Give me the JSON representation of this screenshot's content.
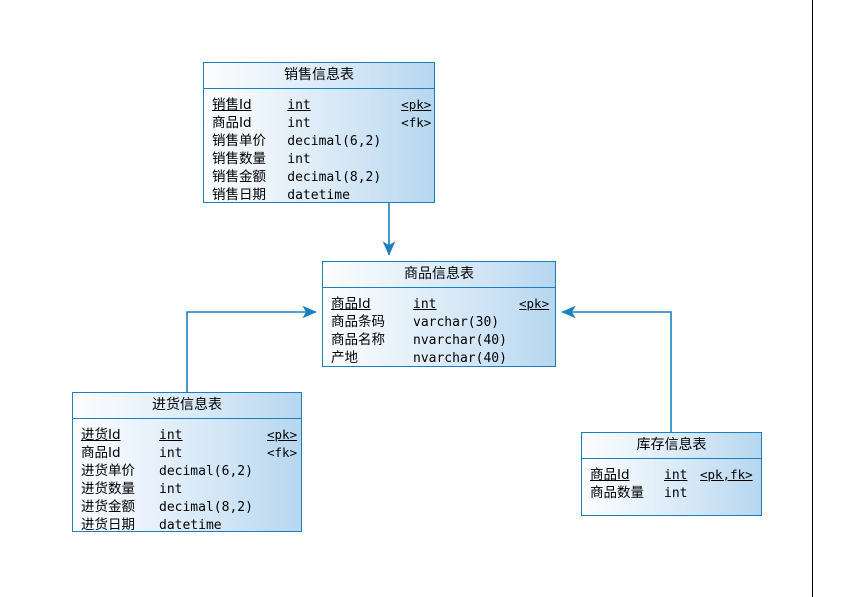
{
  "diagram": {
    "type": "entity-relationship-diagram",
    "line_color": "#1a7fbf",
    "border_color": "#1a7fbf",
    "fill_light": "#fcfdfe",
    "fill_dark": "#b6d6ef",
    "page_border_color": "#000000"
  },
  "entities": {
    "sales": {
      "title": "销售信息表",
      "attrs": [
        {
          "name": "销售Id",
          "type": "int",
          "key": "<pk>",
          "pk": true
        },
        {
          "name": "商品Id",
          "type": "int",
          "key": "<fk>",
          "pk": false
        },
        {
          "name": "销售单价",
          "type": "decimal(6,2)",
          "key": "",
          "pk": false
        },
        {
          "name": "销售数量",
          "type": "int",
          "key": "",
          "pk": false
        },
        {
          "name": "销售金额",
          "type": "decimal(8,2)",
          "key": "",
          "pk": false
        },
        {
          "name": "销售日期",
          "type": "datetime",
          "key": "",
          "pk": false
        }
      ]
    },
    "product": {
      "title": "商品信息表",
      "attrs": [
        {
          "name": "商品Id",
          "type": "int",
          "key": "<pk>",
          "pk": true
        },
        {
          "name": "商品条码",
          "type": "varchar(30)",
          "key": "",
          "pk": false
        },
        {
          "name": "商品名称",
          "type": "nvarchar(40)",
          "key": "",
          "pk": false
        },
        {
          "name": "产地",
          "type": "nvarchar(40)",
          "key": "",
          "pk": false
        }
      ]
    },
    "purchase": {
      "title": "进货信息表",
      "attrs": [
        {
          "name": "进货Id",
          "type": "int",
          "key": "<pk>",
          "pk": true
        },
        {
          "name": "商品Id",
          "type": "int",
          "key": "<fk>",
          "pk": false
        },
        {
          "name": "进货单价",
          "type": "decimal(6,2)",
          "key": "",
          "pk": false
        },
        {
          "name": "进货数量",
          "type": "int",
          "key": "",
          "pk": false
        },
        {
          "name": "进货金额",
          "type": "decimal(8,2)",
          "key": "",
          "pk": false
        },
        {
          "name": "进货日期",
          "type": "datetime",
          "key": "",
          "pk": false
        }
      ]
    },
    "stock": {
      "title": "库存信息表",
      "attrs": [
        {
          "name": "商品Id",
          "type": "int",
          "key": "<pk,fk>",
          "pk": true
        },
        {
          "name": "商品数量",
          "type": "int",
          "key": "",
          "pk": false
        }
      ]
    }
  },
  "relationships": [
    {
      "from": "sales",
      "to": "product",
      "from_side": "bottom",
      "to_side": "top"
    },
    {
      "from": "purchase",
      "to": "product",
      "from_side": "top",
      "to_side": "left"
    },
    {
      "from": "stock",
      "to": "product",
      "from_side": "top",
      "to_side": "right"
    }
  ]
}
